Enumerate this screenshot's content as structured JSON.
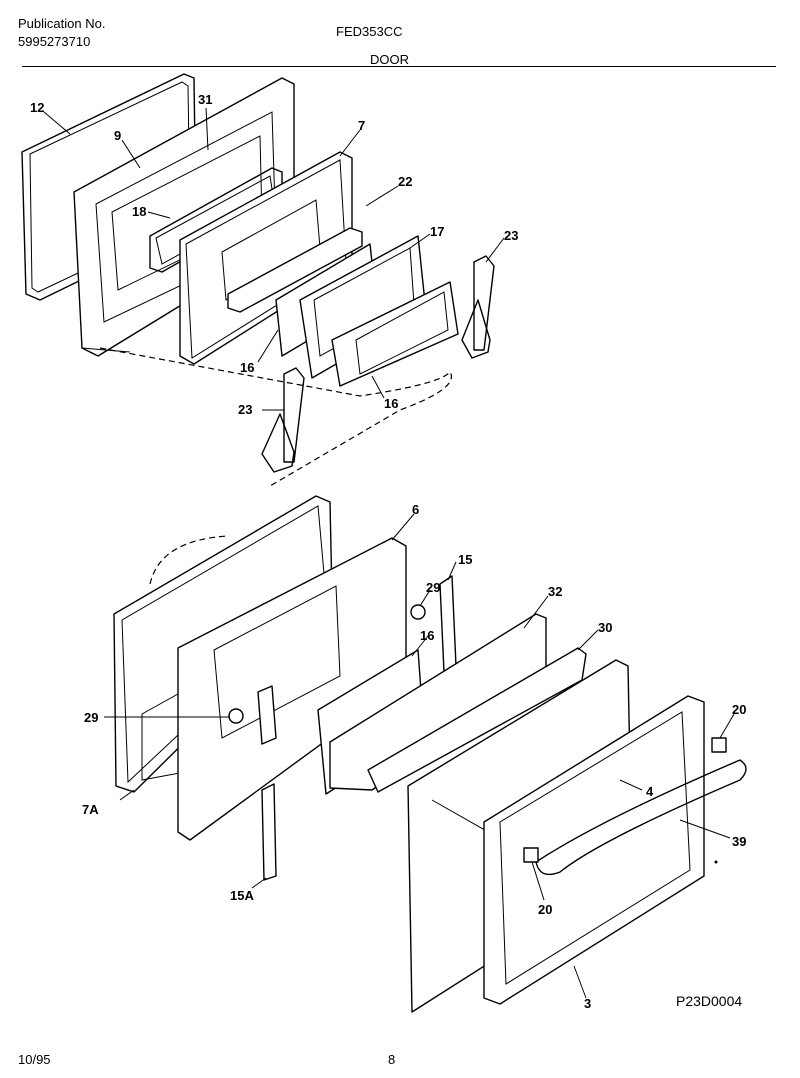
{
  "header": {
    "publication_label": "Publication No.",
    "publication_number": "5995273710",
    "model": "FED353CC",
    "section": "DOOR"
  },
  "footer": {
    "date": "10/95",
    "page": "8"
  },
  "drawing_code": "P23D0004",
  "callouts": [
    "12",
    "31",
    "9",
    "7",
    "22",
    "18",
    "17",
    "23",
    "16",
    "16",
    "23",
    "6",
    "15",
    "29",
    "32",
    "30",
    "16",
    "20",
    "29",
    "4",
    "39",
    "7A",
    "15A",
    "20",
    "3"
  ]
}
